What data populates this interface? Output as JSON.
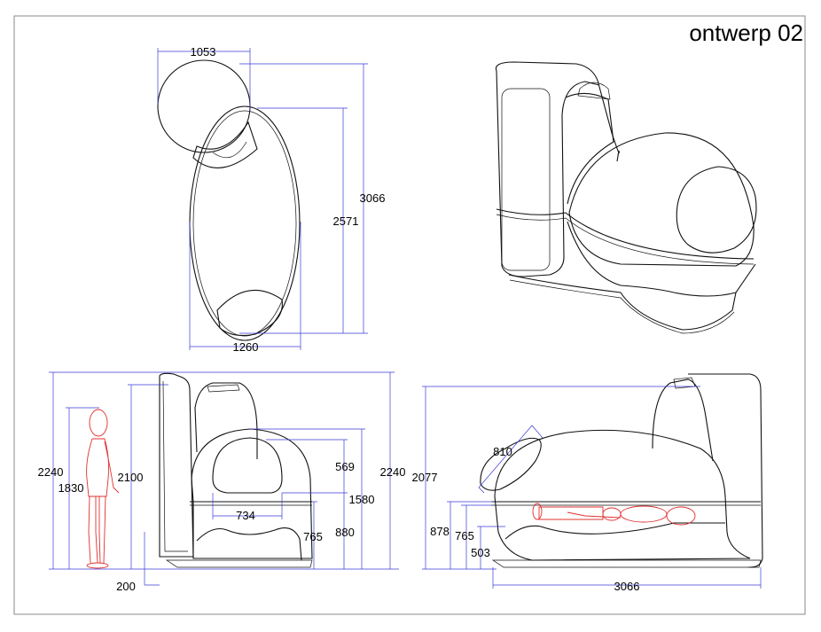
{
  "sheet": {
    "title": "ontwerp 02"
  },
  "top_view": {
    "width_label": "1053",
    "length_label": "2571",
    "total_label": "3066",
    "bottom_width_label": "1260"
  },
  "front_view": {
    "human_height": "2240",
    "human_inner": "1830",
    "height_2100": "2100",
    "opening_569": "569",
    "height_2240": "2240",
    "height_1580": "1580",
    "width_734": "734",
    "height_765": "765",
    "height_880": "880",
    "offset_200": "200"
  },
  "side_view": {
    "window_810": "810",
    "height_2077": "2077",
    "height_878": "878",
    "height_765": "765",
    "height_503": "503",
    "length_3066": "3066"
  },
  "colors": {
    "outline": "#111111",
    "dimension": "#3a3ad8",
    "figure": "#e03030",
    "frame": "#8a8a8a"
  }
}
